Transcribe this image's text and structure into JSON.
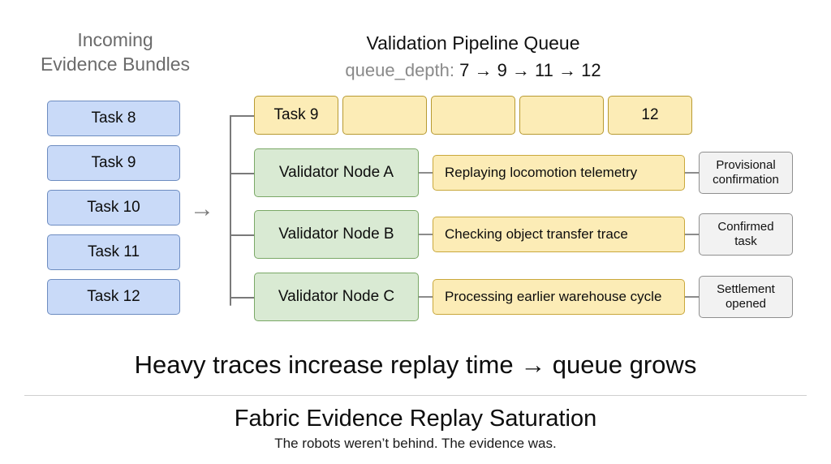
{
  "left_column": {
    "heading_line1": "Incoming",
    "heading_line2": "Evidence Bundles",
    "tasks": [
      {
        "label": "Task 8"
      },
      {
        "label": "Task 9"
      },
      {
        "label": "Task 10"
      },
      {
        "label": "Task 11"
      },
      {
        "label": "Task 12"
      }
    ],
    "feed_arrow": "→"
  },
  "pipeline": {
    "title": "Validation Pipeline Queue",
    "depth_label": "queue_depth:",
    "depth_values": "7 → 9 → 11 → 12",
    "queue_slots": [
      {
        "label": "Task 9"
      },
      {
        "label": ""
      },
      {
        "label": ""
      },
      {
        "label": ""
      },
      {
        "label": "12"
      }
    ],
    "validators": [
      {
        "node": "Validator Node A",
        "activity": "Replaying locomotion telemetry",
        "status_line1": "Provisional",
        "status_line2": "confirmation"
      },
      {
        "node": "Validator Node B",
        "activity": "Checking object transfer trace",
        "status_line1": "Confirmed",
        "status_line2": "task"
      },
      {
        "node": "Validator Node C",
        "activity": "Processing earlier warehouse cycle",
        "status_line1": "Settlement",
        "status_line2": "opened"
      }
    ]
  },
  "footer": {
    "takeaway": "Heavy traces increase replay time → queue grows",
    "title": "Fabric Evidence Replay Saturation",
    "subtitle": "The robots weren’t behind. The evidence was."
  },
  "colors": {
    "task_fill": "#c9daf8",
    "task_border": "#6d8cc0",
    "queue_fill": "#fcecb6",
    "queue_border": "#b89a32",
    "node_fill": "#d9ead3",
    "node_border": "#7aa866",
    "status_fill": "#f2f2f2",
    "status_border": "#8f8f8f",
    "connector": "#7a7a7a",
    "muted_text": "#8a8a8a"
  }
}
